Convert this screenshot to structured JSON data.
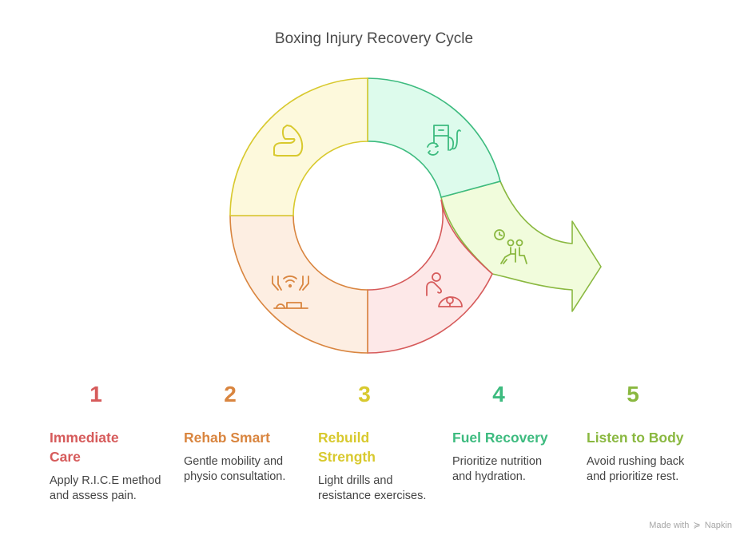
{
  "title": "Boxing Injury Recovery Cycle",
  "steps": [
    {
      "number": "1",
      "heading": "Immediate Care",
      "description": "Apply R.I.C.E method and assess pain.",
      "color": "#d65b5b",
      "fill": "#fde8e8",
      "icon": "caregiver-patient-icon"
    },
    {
      "number": "2",
      "heading": "Rehab Smart",
      "description": "Gentle mobility and physio consultation.",
      "color": "#d9853f",
      "fill": "#fdeee2",
      "icon": "physio-hands-icon"
    },
    {
      "number": "3",
      "heading": "Rebuild Strength",
      "description": "Light drills and resistance exercises.",
      "color": "#d8c92e",
      "fill": "#fdf9dc",
      "icon": "flexed-arm-icon"
    },
    {
      "number": "4",
      "heading": "Fuel Recovery",
      "description": "Prioritize nutrition and hydration.",
      "color": "#3dbb7f",
      "fill": "#ddfbec",
      "icon": "fuel-pump-refresh-icon"
    },
    {
      "number": "5",
      "heading": "Listen to Body",
      "description": "Avoid rushing back and prioritize rest.",
      "color": "#8ab840",
      "fill": "#f1fcdc",
      "icon": "rest-clock-people-icon"
    }
  ],
  "footer": {
    "made_with": "Made with",
    "brand": "Napkin"
  }
}
